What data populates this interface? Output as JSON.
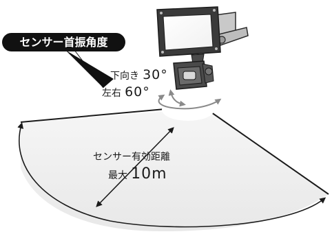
{
  "callout": {
    "title": "センサー首振角度",
    "tilt_label": "下向き",
    "tilt_value": "30°",
    "pan_label": "左右",
    "pan_value": "60°"
  },
  "range": {
    "title": "センサー有効距離",
    "max_label": "最大",
    "max_value": "10m"
  },
  "colors": {
    "badge_bg": "#111111",
    "badge_text": "#ffffff",
    "light_body": "#3a3a3a",
    "light_lens": "#ffffff",
    "sensor_body": "#4a4a4a",
    "area_fill": "#efefef",
    "swivel_arrow": "#8a8a8a",
    "line": "#1a1a1a"
  }
}
